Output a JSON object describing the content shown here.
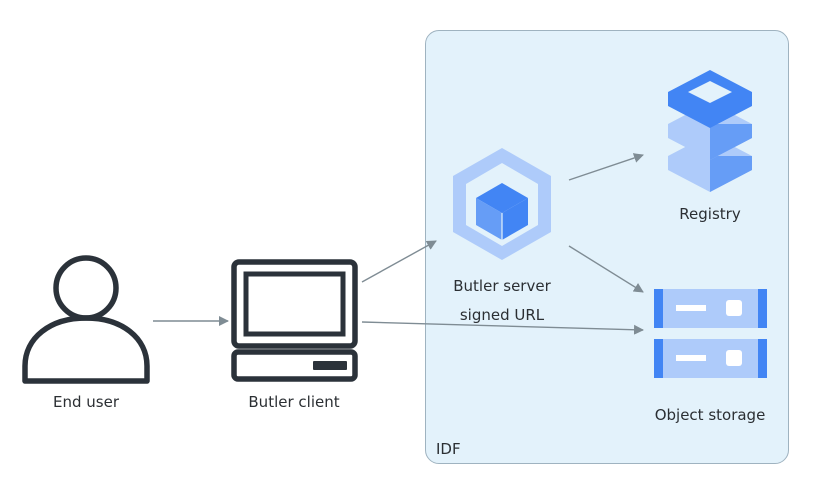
{
  "diagram": {
    "group": {
      "label": "IDF",
      "fill_color": "#e3f2fb",
      "border_color": "#9fb3c0"
    },
    "nodes": [
      {
        "id": "end-user",
        "label": "End user",
        "icon": "person-icon"
      },
      {
        "id": "butler-client",
        "label": "Butler client",
        "icon": "computer-icon"
      },
      {
        "id": "butler-server",
        "label": "Butler server",
        "icon": "server-cube-icon"
      },
      {
        "id": "registry",
        "label": "Registry",
        "icon": "database-stack-icon"
      },
      {
        "id": "object-storage",
        "label": "Object storage",
        "icon": "storage-icon"
      }
    ],
    "edges": [
      {
        "from": "end-user",
        "to": "butler-client",
        "label": ""
      },
      {
        "from": "butler-client",
        "to": "butler-server",
        "label": ""
      },
      {
        "from": "butler-server",
        "to": "registry",
        "label": ""
      },
      {
        "from": "butler-server",
        "to": "object-storage",
        "label": ""
      },
      {
        "from": "butler-client",
        "to": "object-storage",
        "label": "signed URL"
      }
    ],
    "colors": {
      "icon_dark": "#2b323a",
      "blue_primary": "#4285f4",
      "blue_light": "#aecbfa",
      "blue_mid": "#669df6",
      "arrow": "#7f8c94"
    }
  }
}
